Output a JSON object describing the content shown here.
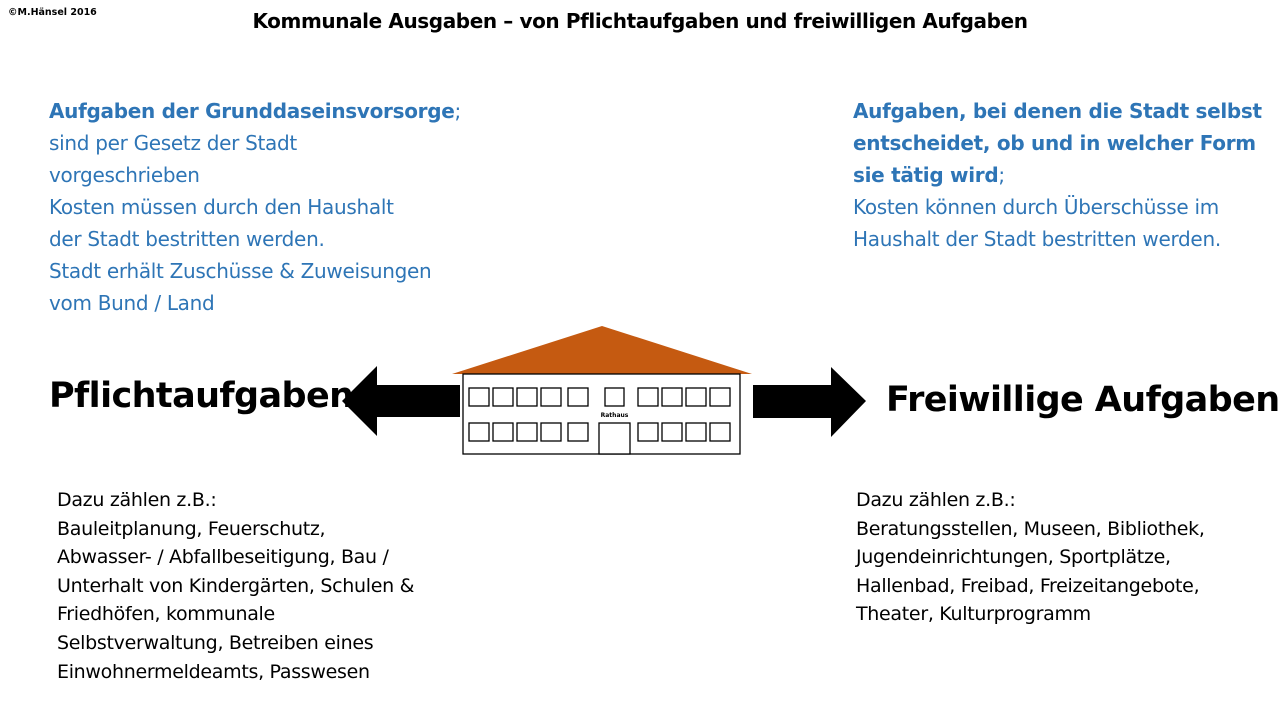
{
  "copyright": "©M.Hänsel 2016",
  "title": "Kommunale Ausgaben – von Pflichtaufgaben und freiwilligen Aufgaben",
  "left": {
    "description_bold": "Aufgaben der Grunddaseinsvorsorge",
    "description_bold_suffix": ";",
    "description_lines": [
      "sind per Gesetz der Stadt",
      "vorgeschrieben",
      "Kosten müssen durch den Haushalt",
      "der Stadt bestritten werden.",
      "Stadt erhält Zuschüsse & Zuweisungen",
      "vom Bund / Land"
    ],
    "heading": "Pflichtaufgaben",
    "examples_lines": [
      "Dazu zählen z.B.:",
      "Bauleitplanung, Feuerschutz,",
      "Abwasser- / Abfallbeseitigung, Bau /",
      "Unterhalt von Kindergärten, Schulen &",
      "Friedhöfen, kommunale",
      "Selbstverwaltung, Betreiben eines",
      "Einwohnermeldeamts, Passwesen"
    ]
  },
  "right": {
    "description_bold_lines": [
      "Aufgaben, bei denen die Stadt selbst",
      "entscheidet, ob und in welcher Form",
      "sie tätig wird"
    ],
    "description_bold_suffix": ";",
    "description_lines": [
      "Kosten können durch Überschüsse im",
      "Haushalt der Stadt bestritten werden."
    ],
    "heading": "Freiwillige Aufgaben",
    "examples_lines": [
      "Dazu zählen z.B.:",
      "Beratungsstellen, Museen, Bibliothek,",
      "Jugendeinrichtungen, Sportplätze,",
      "Hallenbad, Freibad, Freizeitangebote,",
      "Theater, Kulturprogramm"
    ]
  },
  "building": {
    "label": "Rathaus",
    "roof_color": "#c55a11",
    "wall_color": "#ffffff",
    "outline_color": "#000000",
    "windows_left_per_row": 4,
    "windows_right_per_row": 4
  },
  "colors": {
    "description_text": "#2e75b6",
    "arrow": "#000000"
  }
}
